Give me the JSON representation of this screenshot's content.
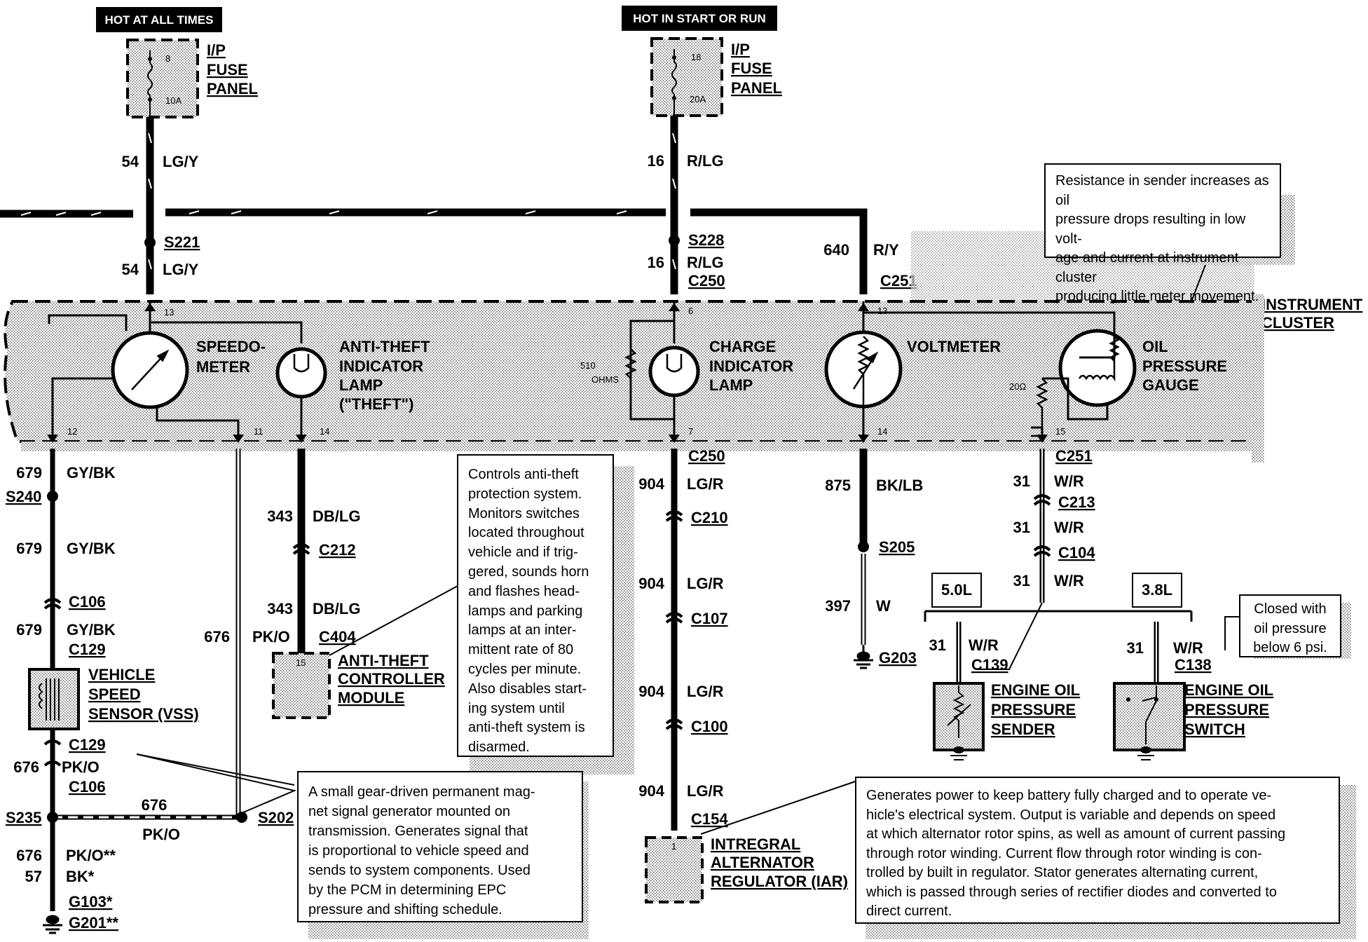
{
  "headers": {
    "hot_at_all_times": "HOT AT ALL TIMES",
    "hot_in_start_or_run": "HOT IN START OR RUN"
  },
  "fuse_panels": [
    {
      "fuse": "8",
      "amps": "10A",
      "label": [
        "I/P",
        "FUSE",
        "PANEL"
      ]
    },
    {
      "fuse": "18",
      "amps": "20A",
      "label": [
        "I/P",
        "FUSE",
        "PANEL"
      ]
    }
  ],
  "wires": {
    "w54_top": {
      "circuit": "54",
      "color": "LG/Y"
    },
    "w54_bottom": {
      "circuit": "54",
      "color": "LG/Y"
    },
    "w16_top": {
      "circuit": "16",
      "color": "R/LG"
    },
    "w16_bottom": {
      "circuit": "16",
      "color": "R/LG"
    },
    "w640": {
      "circuit": "640",
      "color": "R/Y"
    },
    "w679_a": {
      "circuit": "679",
      "color": "GY/BK"
    },
    "w679_b": {
      "circuit": "679",
      "color": "GY/BK"
    },
    "w679_c": {
      "circuit": "679",
      "color": "GY/BK"
    },
    "w676_right": {
      "circuit": "676",
      "color": "PK/O"
    },
    "w343_a": {
      "circuit": "343",
      "color": "DB/LG"
    },
    "w343_b": {
      "circuit": "343",
      "color": "DB/LG"
    },
    "w904_a": {
      "circuit": "904",
      "color": "LG/R"
    },
    "w904_b": {
      "circuit": "904",
      "color": "LG/R"
    },
    "w904_c": {
      "circuit": "904",
      "color": "LG/R"
    },
    "w904_d": {
      "circuit": "904",
      "color": "LG/R"
    },
    "w875": {
      "circuit": "875",
      "color": "BK/LB"
    },
    "w397": {
      "circuit": "397",
      "color": "W"
    },
    "w31_a": {
      "circuit": "31",
      "color": "W/R"
    },
    "w31_b": {
      "circuit": "31",
      "color": "W/R"
    },
    "w31_c": {
      "circuit": "31",
      "color": "W/R"
    },
    "w31_50": {
      "circuit": "31",
      "color": "W/R"
    },
    "w31_38": {
      "circuit": "31",
      "color": "W/R"
    },
    "w676_vss": {
      "circuit": "676",
      "color": "PK/O"
    },
    "w676_h": {
      "circuit": "676",
      "color": "PK/O"
    },
    "w676_g": {
      "circuit": "676",
      "color": "PK/O**"
    },
    "w57": {
      "circuit": "57",
      "color": "BK*"
    }
  },
  "splices": {
    "s221": "S221",
    "s228": "S228",
    "s240": "S240",
    "s205": "S205",
    "s235": "S235",
    "s202": "S202"
  },
  "connectors": {
    "c250_top": "C250",
    "c251_top": "C251",
    "c250_bot": "C250",
    "c251_bot": "C251",
    "c213": "C213",
    "c104": "C104",
    "c210": "C210",
    "c107": "C107",
    "c100": "C100",
    "c154": "C154",
    "c212": "C212",
    "c404": "C404",
    "c106_a": "C106",
    "c129_a": "C129",
    "c129_b": "C129",
    "c106_b": "C106",
    "c139": "C139",
    "c138": "C138"
  },
  "grounds": {
    "g203": "G203",
    "g103": "G103*",
    "g201": "G201**"
  },
  "pins": {
    "p13a": "13",
    "p12": "12",
    "p11": "11",
    "p14a": "14",
    "p6": "6",
    "p7": "7",
    "p13b": "13",
    "p14b": "14",
    "p15": "15",
    "p15m": "15",
    "p1": "1"
  },
  "instrument_cluster": {
    "label": [
      "INSTRUMENT",
      "CLUSTER"
    ],
    "speedometer": [
      "SPEEDO-",
      "METER"
    ],
    "anti_theft_lamp": [
      "ANTI-THEFT",
      "INDICATOR",
      "LAMP",
      "(\"THEFT\")"
    ],
    "charge_lamp": [
      "CHARGE",
      "INDICATOR",
      "LAMP"
    ],
    "resistor_510": [
      "510",
      "OHMS"
    ],
    "voltmeter": "VOLTMETER",
    "oil_gauge": [
      "OIL",
      "PRESSURE",
      "GAUGE"
    ],
    "resistor_20": "20Ω"
  },
  "components": {
    "vss": [
      "VEHICLE",
      "SPEED",
      "SENSOR (VSS)"
    ],
    "atcm": [
      "ANTI-THEFT",
      "CONTROLLER",
      "MODULE"
    ],
    "iar": [
      "INTREGRAL",
      "ALTERNATOR",
      "REGULATOR (IAR)"
    ],
    "oil_sender": [
      "ENGINE OIL",
      "PRESSURE",
      "SENDER"
    ],
    "oil_switch": [
      "ENGINE OIL",
      "PRESSURE",
      "SWITCH"
    ],
    "engine_50": "5.0L",
    "engine_38": "3.8L"
  },
  "notes": {
    "oil_sender": "Resistance in sender increases as oil\npressure drops resulting in low volt-\nage and current at instrument cluster\nproducing little meter movement.",
    "anti_theft": "Controls anti-theft\nprotection system.\nMonitors switches\nlocated throughout\nvehicle and if trig-\ngered, sounds horn\nand flashes head-\nlamps and parking\nlamps at an inter-\nmittent rate of 80\ncycles per minute.\nAlso disables start-\ning system until\nanti-theft system is\ndisarmed.",
    "vss": "A small gear-driven permanent mag-\nnet signal generator mounted on\ntransmission.  Generates signal that\nis proportional to vehicle speed and\nsends to system components. Used\nby the PCM in determining EPC\npressure and shifting schedule.",
    "alternator": "Generates power to keep battery fully charged and to operate ve-\nhicle's electrical system.  Output is variable and depends on speed\nat which alternator rotor spins, as well as amount of current passing\nthrough rotor winding.  Current flow through rotor winding is con-\ntrolled by built in regulator.  Stator generates alternating current,\nwhich is passed through series of rectifier diodes and converted to\ndirect current.",
    "oil_switch": "Closed with\noil pressure\nbelow 6 psi."
  }
}
